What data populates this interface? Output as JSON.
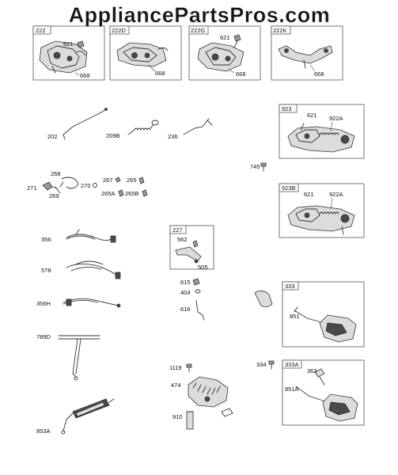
{
  "watermark": "AppliancePartsPros.com",
  "boxes": [
    {
      "id": "222",
      "labels": [
        "621",
        "668"
      ]
    },
    {
      "id": "222D",
      "labels": [
        "668"
      ]
    },
    {
      "id": "222G",
      "labels": [
        "621",
        "668"
      ]
    },
    {
      "id": "222K",
      "labels": [
        "668"
      ]
    },
    {
      "id": "923",
      "labels": [
        "621",
        "922A"
      ]
    },
    {
      "id": "923B",
      "labels": [
        "621",
        "922A"
      ]
    },
    {
      "id": "227",
      "labels": [
        "562",
        "505"
      ]
    },
    {
      "id": "333",
      "labels": [
        "851"
      ]
    },
    {
      "id": "333A",
      "labels": [
        "362",
        "851A"
      ]
    }
  ],
  "loose_labels": {
    "l202": "202",
    "l209b": "209B",
    "l236": "236",
    "l745": "745",
    "l268": "268",
    "l271": "271",
    "l269": "269",
    "l270": "270",
    "l267": "267",
    "l265": "265",
    "l265a": "265A",
    "l265b": "265B",
    "l356": "356",
    "l578": "578",
    "l356h": "356H",
    "l789d": "789D",
    "l853a": "853A",
    "l615": "615",
    "l404": "404",
    "l616": "616",
    "l1119": "1119",
    "l474": "474",
    "l910": "910",
    "l334": "334"
  }
}
